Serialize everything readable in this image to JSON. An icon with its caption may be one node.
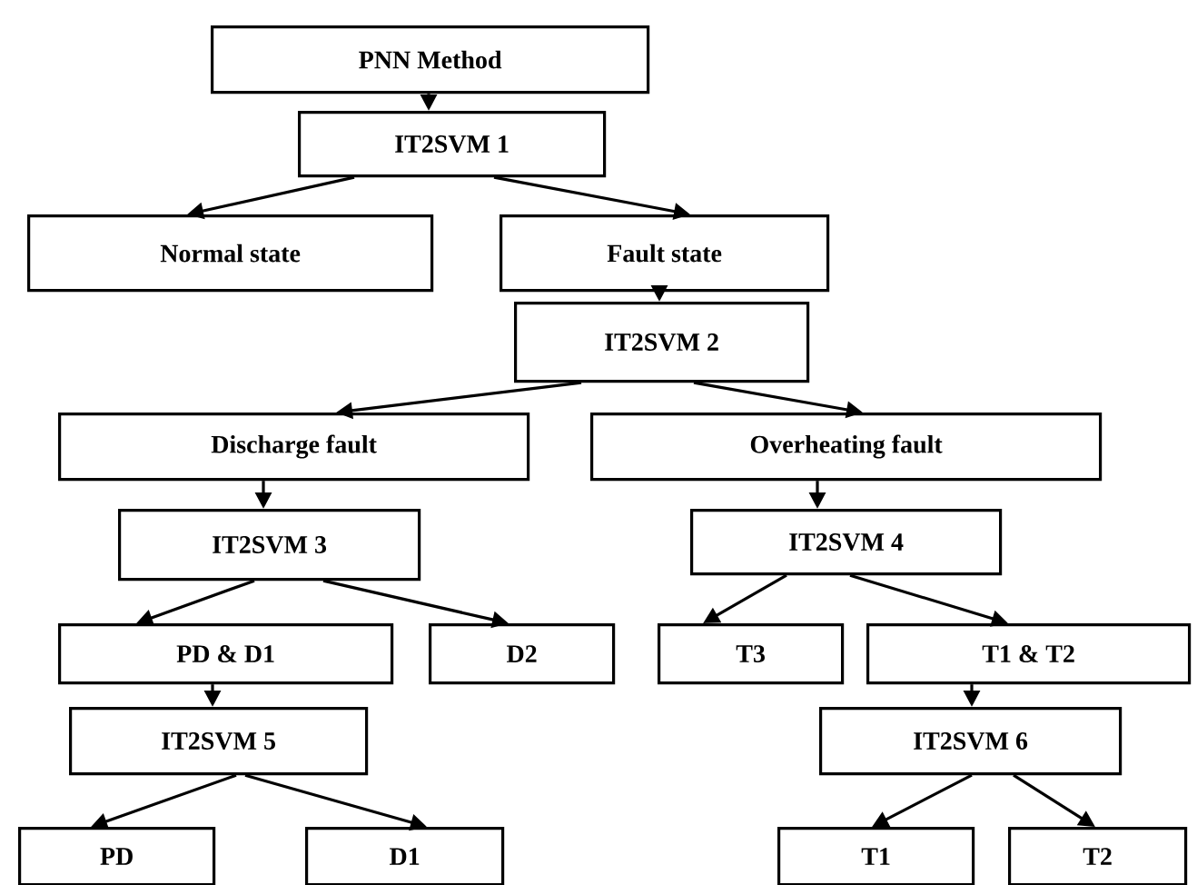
{
  "diagram": {
    "nodes": [
      {
        "text": [
          "PNN Method"
        ]
      },
      {
        "text": [
          "IT2SVM 1"
        ]
      },
      {
        "text": [
          "Normal state"
        ]
      },
      {
        "text": [
          "Fault state"
        ]
      },
      {
        "text": [
          "IT2SVM 2"
        ]
      },
      {
        "text": [
          "Discharge fault"
        ]
      },
      {
        "text": [
          "Overheating fault"
        ]
      },
      {
        "text": [
          "IT2SVM 3"
        ]
      },
      {
        "text": [
          "IT2SVM 4"
        ]
      },
      {
        "text": [
          "PD & D1"
        ]
      },
      {
        "text": [
          "D2"
        ]
      },
      {
        "text": [
          "T3"
        ]
      },
      {
        "text": [
          "T1 & T2"
        ]
      },
      {
        "text": [
          "IT2SVM 5"
        ]
      },
      {
        "text": [
          "IT2SVM 6"
        ]
      },
      {
        "text": [
          "PD"
        ]
      },
      {
        "text": [
          "D1"
        ]
      },
      {
        "text": [
          "T1"
        ]
      },
      {
        "text": [
          "T2"
        ]
      }
    ],
    "edges": [
      {
        "from": 0,
        "to": 1,
        "arrow": "to"
      },
      {
        "from": 1,
        "to": 2,
        "arrow": "to"
      },
      {
        "from": 1,
        "to": 3,
        "arrow": "to"
      },
      {
        "from": 3,
        "to": 4,
        "arrow": "to"
      },
      {
        "from": 4,
        "to": 5,
        "arrow": "to"
      },
      {
        "from": 4,
        "to": 6,
        "arrow": "to"
      },
      {
        "from": 5,
        "to": 7,
        "arrow": "to"
      },
      {
        "from": 6,
        "to": 8,
        "arrow": "to"
      },
      {
        "from": 7,
        "to": 9,
        "arrow": "to"
      },
      {
        "from": 7,
        "to": 10,
        "arrow": "to"
      },
      {
        "from": 8,
        "to": 11,
        "arrow": "to"
      },
      {
        "from": 8,
        "to": 12,
        "arrow": "to"
      },
      {
        "from": 9,
        "to": 13,
        "arrow": "to"
      },
      {
        "from": 12,
        "to": 14,
        "arrow": "to"
      },
      {
        "from": 13,
        "to": 15,
        "arrow": "to"
      },
      {
        "from": 13,
        "to": 16,
        "arrow": "to"
      },
      {
        "from": 14,
        "to": 17,
        "arrow": "to"
      },
      {
        "from": 14,
        "to": 18,
        "arrow": "to"
      }
    ]
  }
}
